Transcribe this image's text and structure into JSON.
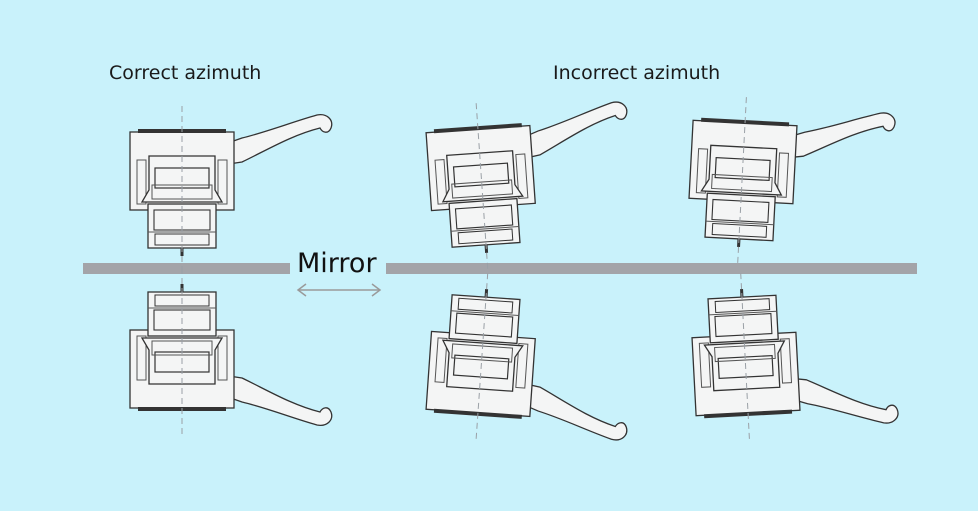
{
  "labels": {
    "correct": "Correct azimuth",
    "incorrect": "Incorrect azimuth",
    "mirror": "Mirror"
  },
  "colors": {
    "background": "#c9f2fb",
    "mirror_bar": "#a3a4a8",
    "line": "#333333",
    "body_fill": "#f4f5f5",
    "axis_line": "#9aa0a6",
    "arrow": "#9a9a9a"
  },
  "icons": [
    "cartridge-headshell-icon",
    "double-arrow-icon"
  ]
}
